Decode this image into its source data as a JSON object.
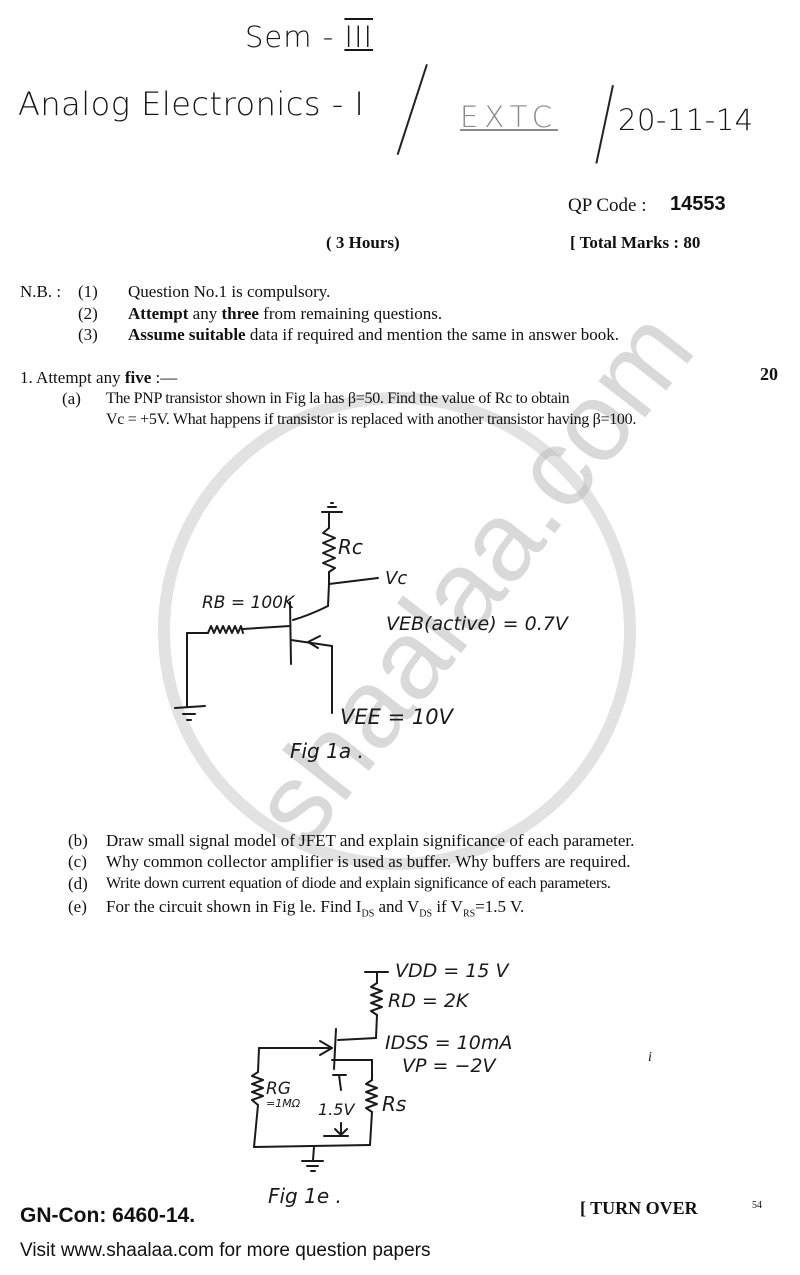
{
  "header": {
    "semester_prefix": "Sem -",
    "semester_roman": "III",
    "subject": "Analog Electronics - I",
    "branch": "EXTC",
    "date": "20-11-14",
    "qp_code_label": "QP Code :",
    "qp_code": "14553",
    "duration": "( 3 Hours)",
    "total_marks": "[ Total Marks : 80"
  },
  "notes": {
    "label": "N.B. :",
    "items": [
      {
        "num": "(1)",
        "bold": "",
        "text": "Question No.1 is compulsory."
      },
      {
        "num": "(2)",
        "bold": "Attempt",
        "mid": " any ",
        "bold2": "three",
        "text": " from remaining questions."
      },
      {
        "num": "(3)",
        "bold": "Assume suitable",
        "text": " data if required and mention the same in answer book."
      }
    ]
  },
  "question1": {
    "title_prefix": "1. Attempt any ",
    "title_bold": "five",
    "title_suffix": " :—",
    "marks": "20",
    "parts": [
      {
        "label": "(a)",
        "line1": "The PNP transistor shown in Fig la has β=50. Find the value of Rc to obtain",
        "line2": "Vc = +5V. What happens if transistor is replaced with another transistor having β=100."
      },
      {
        "label": "(b)",
        "text": "Draw small signal model of JFET and explain significance of each parameter."
      },
      {
        "label": "(c)",
        "text": "Why common collector amplifier is used as buffer. Why buffers are required."
      },
      {
        "label": "(d)",
        "text": "Write down current equation of diode and explain significance of each parameters."
      },
      {
        "label": "(e)",
        "text_a": "For the circuit shown in Fig le. Find I",
        "sub1": "DS",
        "text_b": " and V",
        "sub2": "DS",
        "text_c": " if V",
        "sub3": "RS",
        "text_d": "=1.5 V."
      }
    ]
  },
  "fig1a": {
    "rc": "Rc",
    "vc": "Vc",
    "rb": "RB = 100K",
    "veb": "VEB(active) = 0.7V",
    "vee": "VEE = 10V",
    "caption": "Fig 1a ."
  },
  "fig1e": {
    "vdd": "VDD = 15 V",
    "rd": "RD = 2K",
    "idss": "IDSS = 10mA",
    "vp": "VP = −2V",
    "rg": "RG",
    "rg_val": "=1MΩ",
    "vrs": "1.5V",
    "rs": "Rs",
    "caption": "Fig 1e ."
  },
  "stray_mark": "i",
  "footer": {
    "gn_con": "GN-Con: 6460-14.",
    "turn_over": "[ TURN OVER",
    "page_number": "54",
    "visit": "Visit www.shaalaa.com for more question papers"
  },
  "watermark": {
    "text": "shaalaa.com",
    "color": "#bdbdbd"
  }
}
